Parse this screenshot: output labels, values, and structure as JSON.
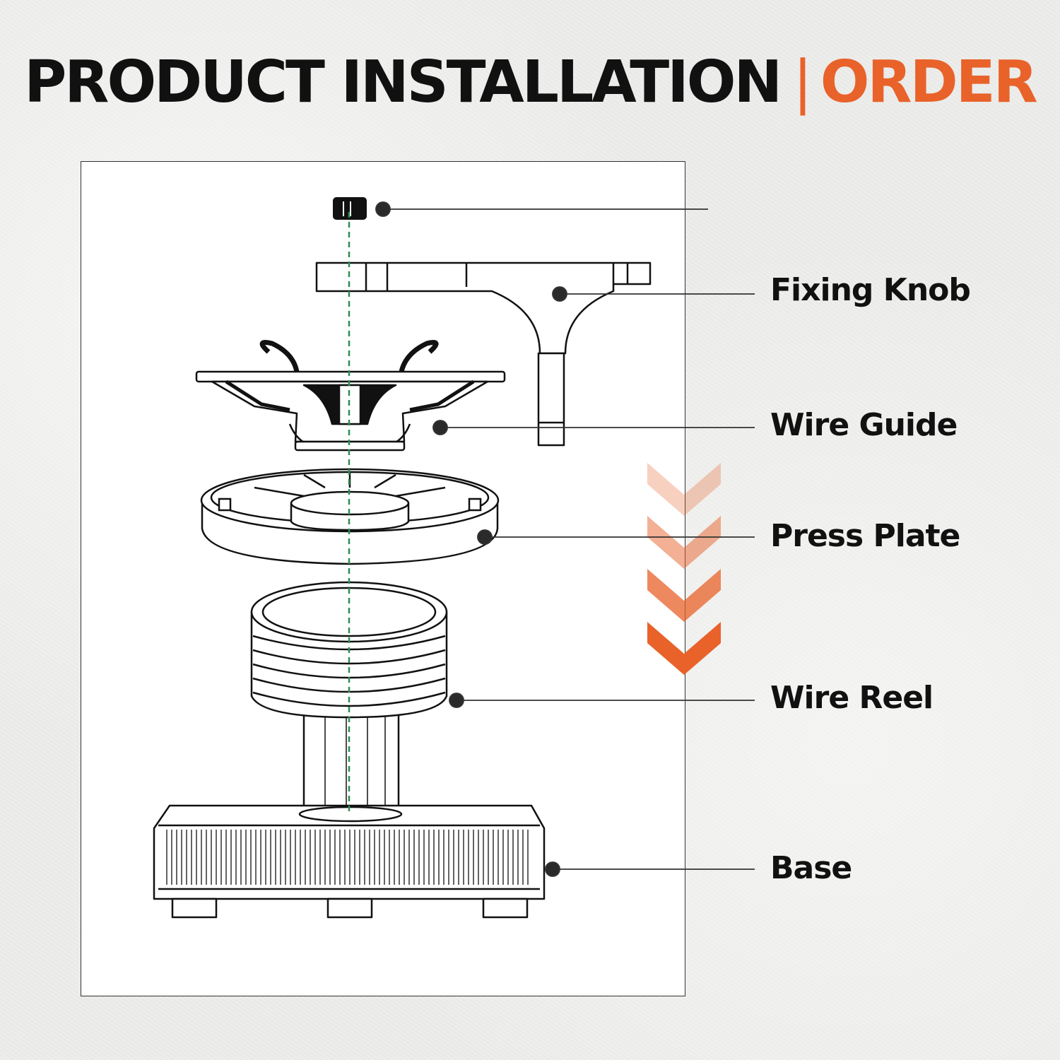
{
  "title": {
    "main": "PRODUCT INSTALLATION",
    "separator": "|",
    "accent": "ORDER"
  },
  "colors": {
    "accent": "#e8622a",
    "text": "#111111",
    "guide_line": "#2e8b57"
  },
  "components": [
    {
      "label": "Fixing Knob"
    },
    {
      "label": "Wire Guide"
    },
    {
      "label": "Press Plate"
    },
    {
      "label": "Wire Reel"
    },
    {
      "label": "Base"
    }
  ]
}
